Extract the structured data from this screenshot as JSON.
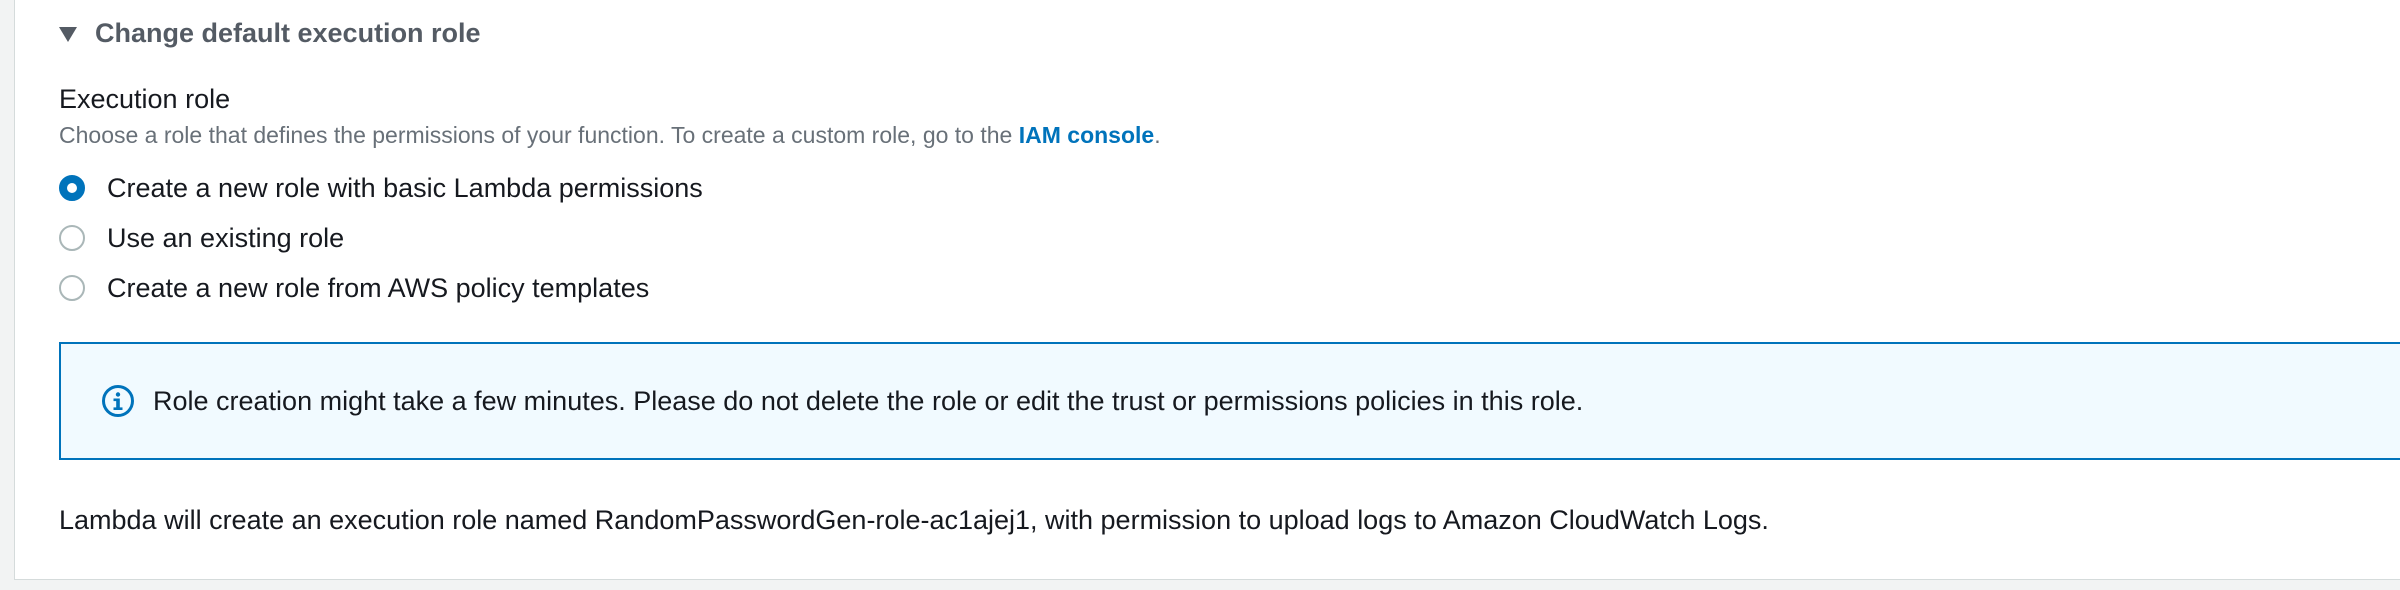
{
  "section": {
    "title": "Change default execution role"
  },
  "execution_role": {
    "label": "Execution role",
    "description_prefix": "Choose a role that defines the permissions of your function. To create a custom role, go to the ",
    "description_link": "IAM console",
    "description_suffix": ".",
    "options": [
      {
        "label": "Create a new role with basic Lambda permissions",
        "selected": true
      },
      {
        "label": "Use an existing role",
        "selected": false
      },
      {
        "label": "Create a new role from AWS policy templates",
        "selected": false
      }
    ]
  },
  "alert": {
    "type": "info",
    "text": "Role creation might take a few minutes. Please do not delete the role or edit the trust or permissions policies in this role."
  },
  "footer": {
    "note": "Lambda will create an execution role named RandomPasswordGen-role-ac1ajej1, with permission to upload logs to Amazon CloudWatch Logs."
  },
  "colors": {
    "accent": "#0073bb",
    "alert_bg": "#f1faff",
    "header_text": "#545b64",
    "muted_text": "#687078"
  },
  "icons": {
    "expand": "caret-down-icon",
    "info": "info-icon"
  }
}
